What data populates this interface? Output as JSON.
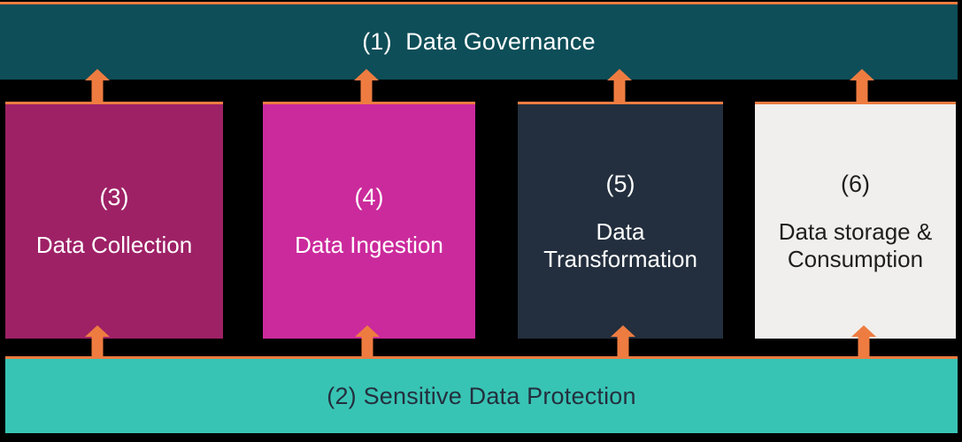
{
  "colors": {
    "background": "#000000",
    "accent_orange": "#EE7C41",
    "governance_bar_bg": "#0E4E58",
    "protection_bar_bg": "#38C4B4",
    "dark_text": "#232F3E",
    "light_text": "#FFFFFF"
  },
  "governance_bar": {
    "label": "(1)  Data Governance"
  },
  "protection_bar": {
    "label": "(2) Sensitive Data Protection"
  },
  "boxes": [
    {
      "number": "(3)",
      "label": "Data Collection",
      "bg": "#9E2166",
      "text": "#FFFFFF"
    },
    {
      "number": "(4)",
      "label": "Data Ingestion",
      "bg": "#CB2A9C",
      "text": "#FFFFFF"
    },
    {
      "number": "(5)",
      "label": "Data\nTransformation",
      "bg": "#232F3E",
      "text": "#FFFFFF"
    },
    {
      "number": "(6)",
      "label": "Data storage &\nConsumption",
      "bg": "#F0EFED",
      "text": "#1E1E1E"
    }
  ]
}
